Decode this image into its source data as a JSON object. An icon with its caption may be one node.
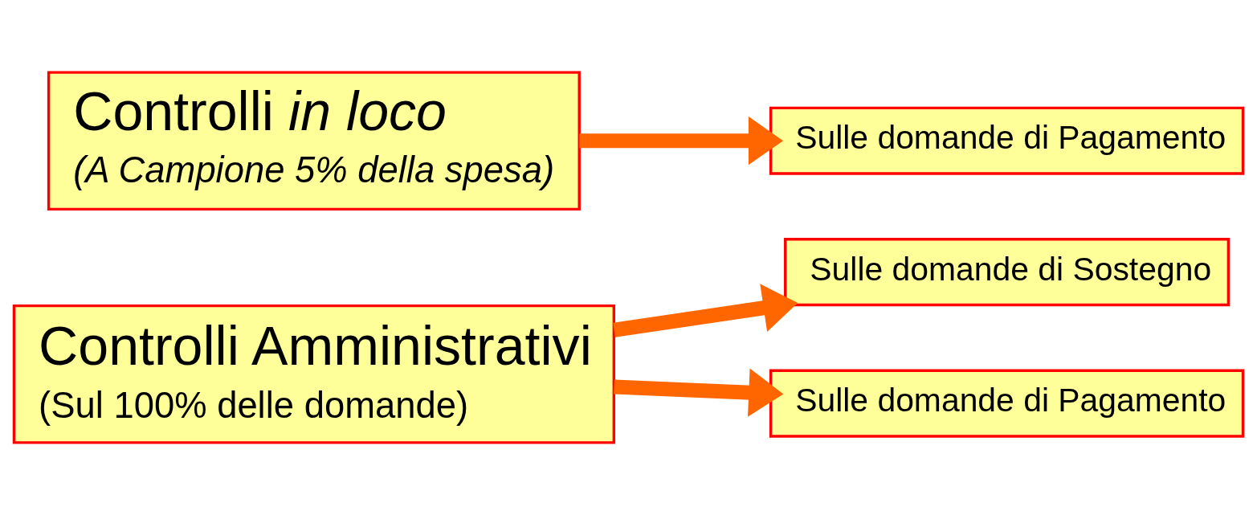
{
  "diagram": {
    "nodes": [
      {
        "text": [
          "Controlli Amministrativi",
          "(Sul 100% delle domande)"
        ]
      },
      {
        "text": [
          "Sulle domande di Sostegno"
        ]
      },
      {
        "text": [
          "Sulle domande di Pagamento"
        ]
      },
      {
        "text": [
          "Controlli *in loco*",
          "(A Campione 5% della spesa)"
        ]
      },
      {
        "text": [
          "Sulle domande di Pagamento"
        ]
      }
    ],
    "edges": [
      {
        "from": 0,
        "to": 1,
        "arrow": "to"
      },
      {
        "from": 0,
        "to": 2,
        "arrow": "to"
      },
      {
        "from": 3,
        "to": 4,
        "arrow": "to"
      }
    ]
  }
}
